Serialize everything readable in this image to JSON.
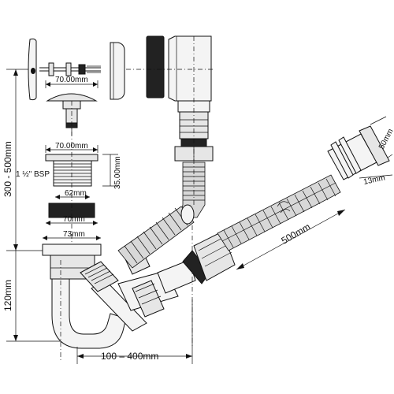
{
  "labels": {
    "total_height": "300 - 500mm",
    "trap_height": "120mm",
    "horizontal_reach": "100 – 400mm",
    "cap_width": "70.00mm",
    "plug_width": "70.00mm",
    "bsp_thread": "1 ½\" BSP",
    "thread_height": "35.00mm",
    "washer_62": "62mm",
    "washer_70": "70mm",
    "washer_73": "73mm",
    "hose_length": "500mm",
    "outlet_diameter": "50mm",
    "outlet_depth": "13mm"
  },
  "colors": {
    "line": "#111111",
    "metal": "#e6e6e6",
    "rubber": "#222222"
  }
}
